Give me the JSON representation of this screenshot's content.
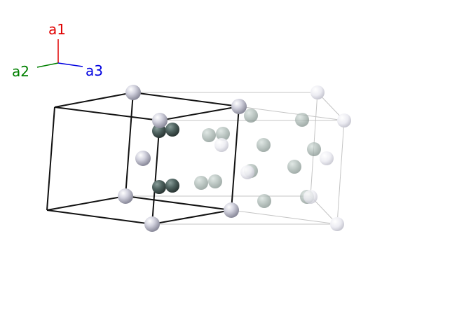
{
  "axes": {
    "a1": {
      "label": "a1",
      "color": "#e00000"
    },
    "a2": {
      "label": "a2",
      "color": "#008000"
    },
    "a3": {
      "label": "a3",
      "color": "#0000e0"
    }
  },
  "colors": {
    "primary_cell": "#111111",
    "ghost_cell": "#c4c4c4",
    "corner_atom": "#c9c9d6",
    "dark_atom": "#4f6360",
    "ghost_atom": "#aab7b2",
    "pale_atom": "#e8e8ee"
  }
}
